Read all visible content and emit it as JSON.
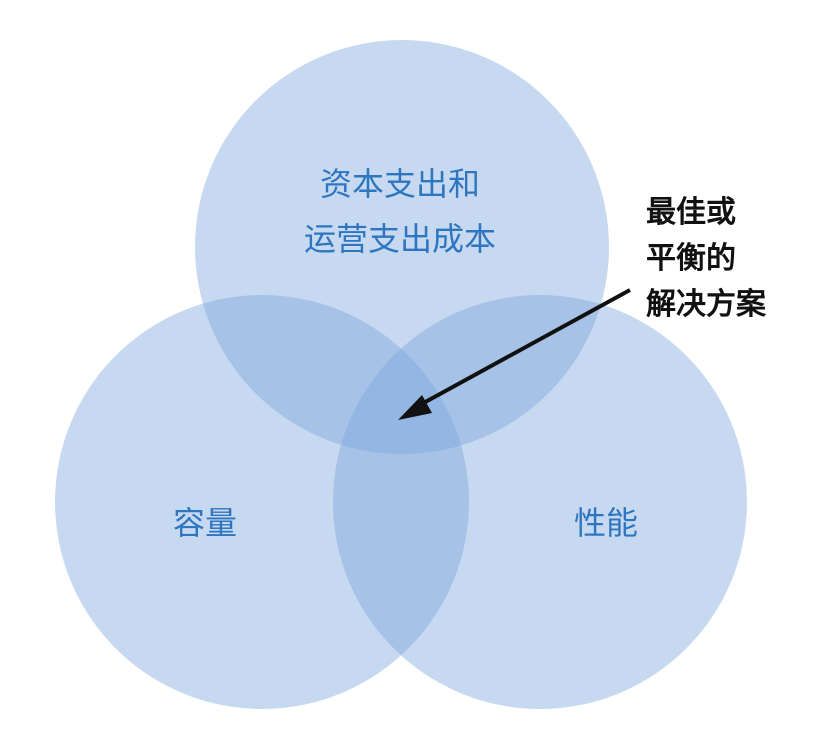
{
  "diagram": {
    "type": "venn",
    "sets": [
      {
        "label_lines": [
          "资本支出和",
          "运营支出成本"
        ]
      },
      {
        "label_lines": [
          "容量"
        ]
      },
      {
        "label_lines": [
          "性能"
        ]
      }
    ],
    "annotation": {
      "lines": [
        "最佳或",
        "平衡的",
        "解决方案"
      ],
      "points_to": "center-intersection"
    },
    "colors": {
      "circle_fill": "#7aa4dc",
      "label_text": "#2f76c0",
      "annotation_text": "#111111",
      "background": "#ffffff"
    }
  }
}
